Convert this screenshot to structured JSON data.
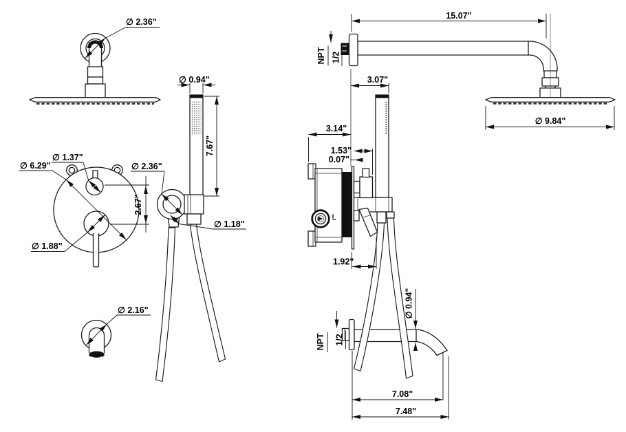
{
  "meta": {
    "background": "#ffffff",
    "line_color": "#1a1a1a",
    "drawing_type": "shower system installation dimension drawing"
  },
  "labels": {
    "head_flange_dia": "∅ 2.36\"",
    "wand_width": "∅ 0.94\"",
    "wand_length": "7.67\"",
    "knob_dia": "∅ 1.37\"",
    "plate_dia": "∅ 6.29\"",
    "holder_dia": "∅ 2.36\"",
    "handle_centers": "2.67\"",
    "handle_dia": "∅ 1.88\"",
    "hose_nut_dia": "∅ 1.18\"",
    "spout_flange_dia": "∅ 2.16\"",
    "arm_length": "15.07\"",
    "arm_npt": "NPT",
    "arm_npt_size": "1/2",
    "wand_offset": "3.07\"",
    "head_dia": "∅ 9.84\"",
    "rough_in_depth": "3.14\"",
    "trim_depth": "1.53\"",
    "plate_thickness": "0.07\"",
    "handle_reach": "1.92\"",
    "spout_tube_dia": "∅ 0.94\"",
    "spout_npt": "NPT",
    "spout_npt_size": "1/2",
    "spout_reach": "7.08\"",
    "spout_overall": "7.48\""
  }
}
